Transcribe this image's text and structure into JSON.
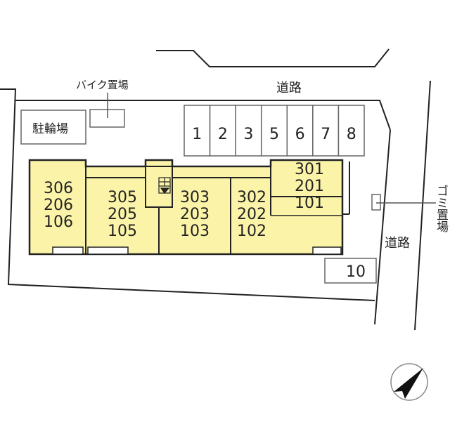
{
  "colors": {
    "building_fill": "#fbf4a8",
    "lines": "#222222"
  },
  "labels": {
    "road_top": "道路",
    "road_right": "道路",
    "bike_parking": "駐輪場",
    "motorbike_parking": "バイク置場",
    "garbage_area": "ゴミ置場"
  },
  "parking_spaces": [
    "1",
    "2",
    "3",
    "5",
    "6",
    "7",
    "8"
  ],
  "parking_extra": "10",
  "units": [
    {
      "lines": [
        "306",
        "206",
        "106"
      ]
    },
    {
      "lines": [
        "305",
        "205",
        "105"
      ]
    },
    {
      "lines": [
        "303",
        "203",
        "103"
      ]
    },
    {
      "lines": [
        "302",
        "202",
        "102"
      ]
    },
    {
      "lines": [
        "301",
        "201",
        "101"
      ]
    }
  ],
  "compass_icon": "north-arrow-icon"
}
